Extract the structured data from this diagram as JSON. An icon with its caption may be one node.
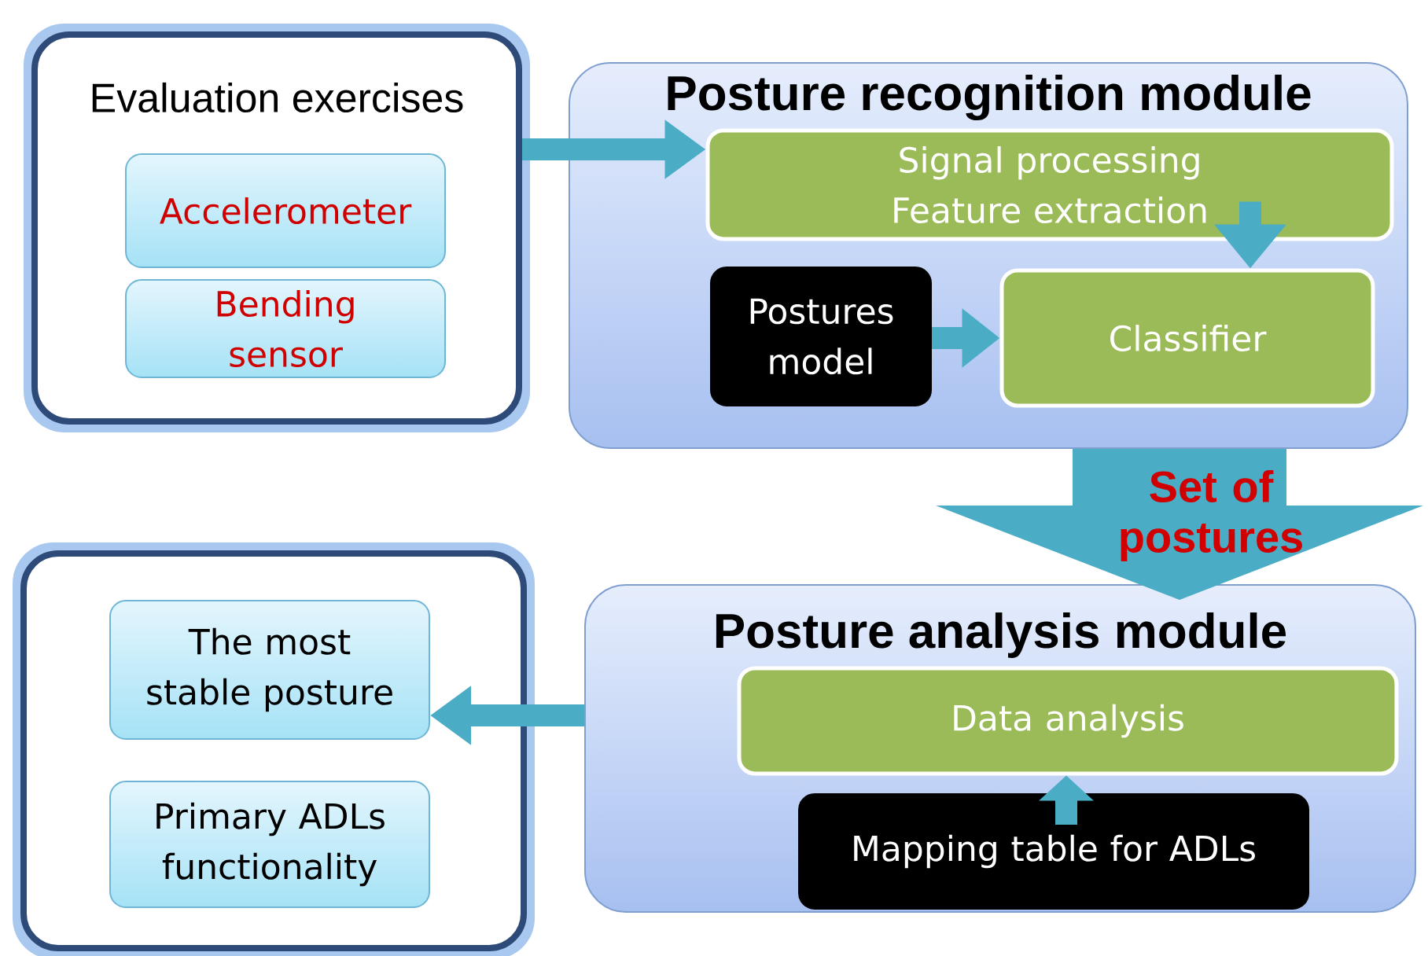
{
  "diagram": {
    "nodes": [
      {
        "text": [
          "Evaluation exercises"
        ]
      },
      {
        "text": [
          "Accelerometer"
        ],
        "in": 0
      },
      {
        "text": [
          "Bending sensor"
        ],
        "in": 0
      },
      {
        "text": [
          "Posture recognition module"
        ]
      },
      {
        "text": [
          "Signal processing Feature extraction"
        ],
        "in": 3
      },
      {
        "text": [
          "Postures model"
        ],
        "in": 3
      },
      {
        "text": [
          "Classifier"
        ],
        "in": 3
      },
      {
        "text": [
          "Posture analysis module"
        ]
      },
      {
        "text": [
          "Data analysis"
        ],
        "in": 7
      },
      {
        "text": [
          "Mapping table for ADLs"
        ],
        "in": 7
      },
      {
        "text": [],
        "shape": "box"
      },
      {
        "text": [
          "The most stable posture"
        ],
        "in": 10
      },
      {
        "text": [
          "Primary ADLs functionality"
        ],
        "in": 10
      }
    ],
    "edges": [
      {
        "from": 0,
        "to": 4,
        "arrow": "to"
      },
      {
        "from": 4,
        "to": 6,
        "arrow": "to"
      },
      {
        "from": 5,
        "to": 6,
        "arrow": "to"
      },
      {
        "from": 3,
        "to": 7,
        "arrow": "to",
        "style": "thick",
        "label": "Set of postures"
      },
      {
        "from": 9,
        "to": 8,
        "arrow": "to"
      },
      {
        "from": 7,
        "to": 11,
        "arrow": "to"
      }
    ]
  }
}
